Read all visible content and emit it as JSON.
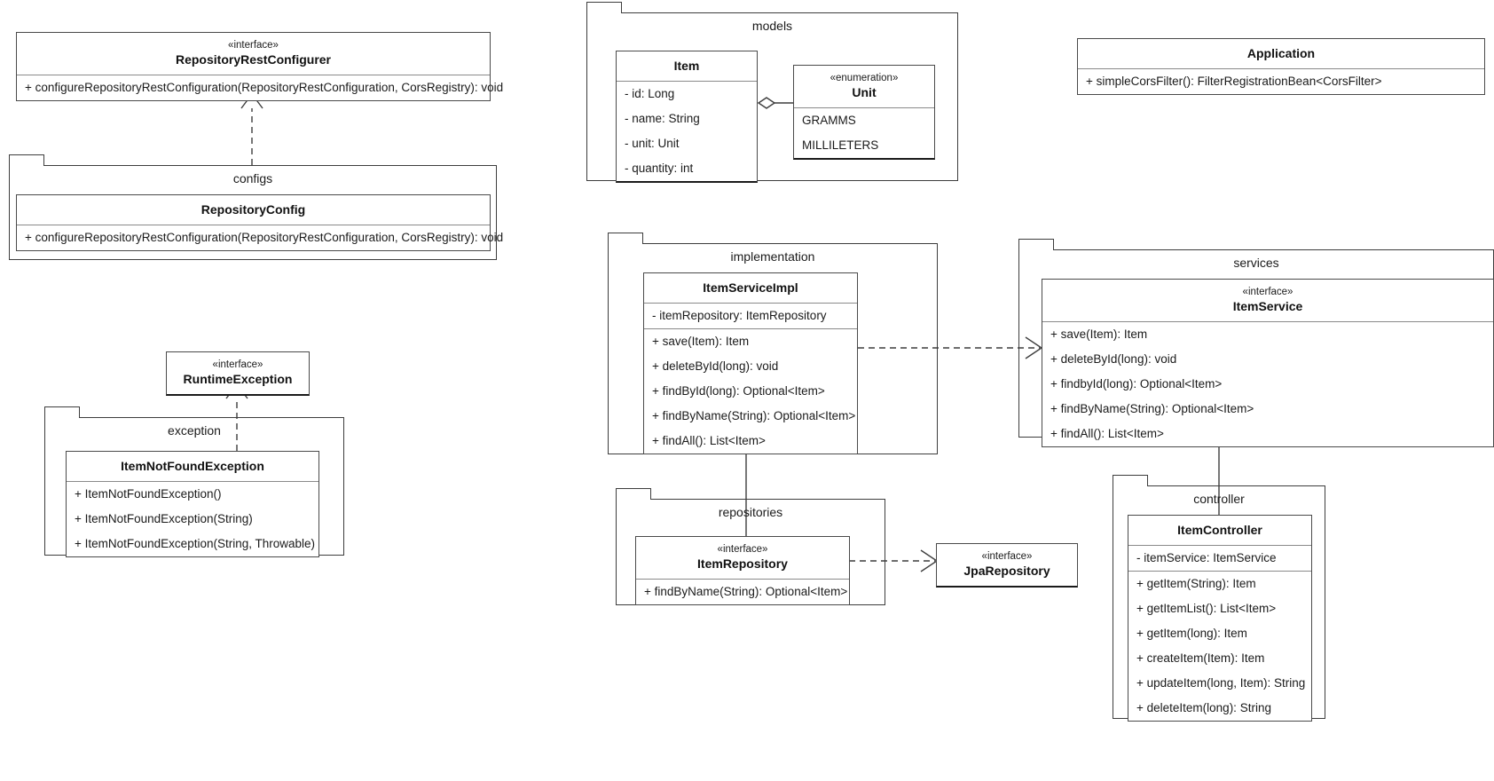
{
  "diagram": {
    "title": "UML Class Diagram",
    "colors": {
      "background": "#ffffff",
      "line": "#3d3d3d",
      "box_border": "#4a4a4a",
      "text": "#1a1a1a"
    }
  },
  "packages": {
    "configs": {
      "label": "configs"
    },
    "models": {
      "label": "models"
    },
    "exception": {
      "label": "exception"
    },
    "implementation": {
      "label": "implementation"
    },
    "services": {
      "label": "services"
    },
    "repositories": {
      "label": "repositories"
    },
    "controller": {
      "label": "controller"
    }
  },
  "stereotypes": {
    "interface": "«interface»",
    "enumeration": "«enumeration»"
  },
  "classes": {
    "repository_rest_configurer": {
      "stereotype": "«interface»",
      "name": "RepositoryRestConfigurer",
      "methods": [
        "+ configureRepositoryRestConfiguration(RepositoryRestConfiguration, CorsRegistry): void"
      ]
    },
    "repository_config": {
      "name": "RepositoryConfig",
      "methods": [
        "+ configureRepositoryRestConfiguration(RepositoryRestConfiguration, CorsRegistry): void"
      ]
    },
    "item": {
      "name": "Item",
      "attributes": [
        "- id: Long",
        "- name: String",
        "- unit: Unit",
        "- quantity: int"
      ]
    },
    "unit": {
      "stereotype": "«enumeration»",
      "name": "Unit",
      "literals": [
        "GRAMMS",
        "MILLILETERS"
      ]
    },
    "application": {
      "name": "Application",
      "methods": [
        "+ simpleCorsFilter(): FilterRegistrationBean<CorsFilter>"
      ]
    },
    "runtime_exception": {
      "stereotype": "«interface»",
      "name": "RuntimeException"
    },
    "item_not_found_exception": {
      "name": "ItemNotFoundException",
      "methods": [
        "+ ItemNotFoundException()",
        "+ ItemNotFoundException(String)",
        "+ ItemNotFoundException(String, Throwable)"
      ]
    },
    "item_service_impl": {
      "name": "ItemServiceImpl",
      "attributes": [
        "- itemRepository: ItemRepository"
      ],
      "methods": [
        "+ save(Item): Item",
        "+ deleteById(long): void",
        "+ findById(long): Optional<Item>",
        "+ findByName(String): Optional<Item>",
        "+ findAll(): List<Item>"
      ]
    },
    "item_service": {
      "stereotype": "«interface»",
      "name": "ItemService",
      "methods": [
        "+ save(Item): Item",
        "+ deleteById(long): void",
        "+ findbyId(long): Optional<Item>",
        "+ findByName(String): Optional<Item>",
        "+ findAll(): List<Item>"
      ]
    },
    "item_repository": {
      "stereotype": "«interface»",
      "name": "ItemRepository",
      "methods": [
        "+ findByName(String): Optional<Item>"
      ]
    },
    "jpa_repository": {
      "stereotype": "«interface»",
      "name": "JpaRepository"
    },
    "item_controller": {
      "name": "ItemController",
      "attributes": [
        "- itemService: ItemService"
      ],
      "methods": [
        "+ getItem(String): Item",
        "+ getItemList(): List<Item>",
        "+ getItem(long): Item",
        "+ createItem(Item): Item",
        "+ updateItem(long, Item): String",
        "+ deleteItem(long): String"
      ]
    }
  },
  "relationships": [
    {
      "name": "repositoryconfig-realizes-repositoryrestconfigurer",
      "type": "realization",
      "from": "RepositoryConfig",
      "to": "RepositoryRestConfigurer"
    },
    {
      "name": "item-aggregates-unit",
      "type": "aggregation",
      "from": "Item",
      "to": "Unit"
    },
    {
      "name": "itemnotfoundexception-realizes-runtimeexception",
      "type": "realization",
      "from": "ItemNotFoundException",
      "to": "RuntimeException"
    },
    {
      "name": "itemserviceimpl-realizes-itemservice",
      "type": "realization",
      "from": "ItemServiceImpl",
      "to": "ItemService"
    },
    {
      "name": "itemserviceimpl-aggregates-itemrepository",
      "type": "aggregation",
      "from": "ItemServiceImpl",
      "to": "ItemRepository"
    },
    {
      "name": "itemrepository-realizes-jparepository",
      "type": "realization",
      "from": "ItemRepository",
      "to": "JpaRepository"
    },
    {
      "name": "itemservice-aggregates-itemcontroller",
      "type": "aggregation",
      "from": "ItemService",
      "to": "ItemController"
    }
  ]
}
